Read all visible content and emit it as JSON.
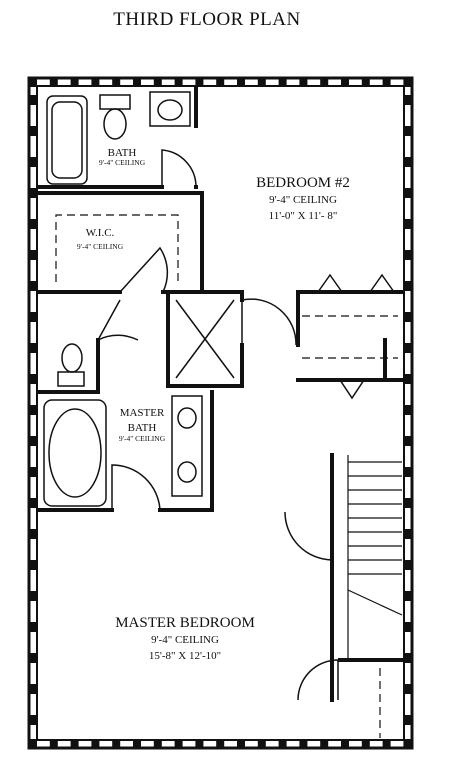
{
  "title": "THIRD FLOOR PLAN",
  "rooms": {
    "bath": {
      "name": "BATH",
      "ceiling": "9'-4\" CEILING"
    },
    "bedroom2": {
      "name": "BEDROOM #2",
      "ceiling": "9'-4\" CEILING",
      "size": "11'-0\" X 11'- 8\""
    },
    "wic": {
      "name": "W.I.C.",
      "ceiling": "9'-4\" CEILING"
    },
    "master_bath": {
      "name_line1": "MASTER",
      "name_line2": "BATH",
      "ceiling": "9'-4\" CEILING"
    },
    "master_bedroom": {
      "name": "MASTER BEDROOM",
      "ceiling": "9'-4\" CEILING",
      "size": "15'-8\" X 12'-10\""
    }
  }
}
